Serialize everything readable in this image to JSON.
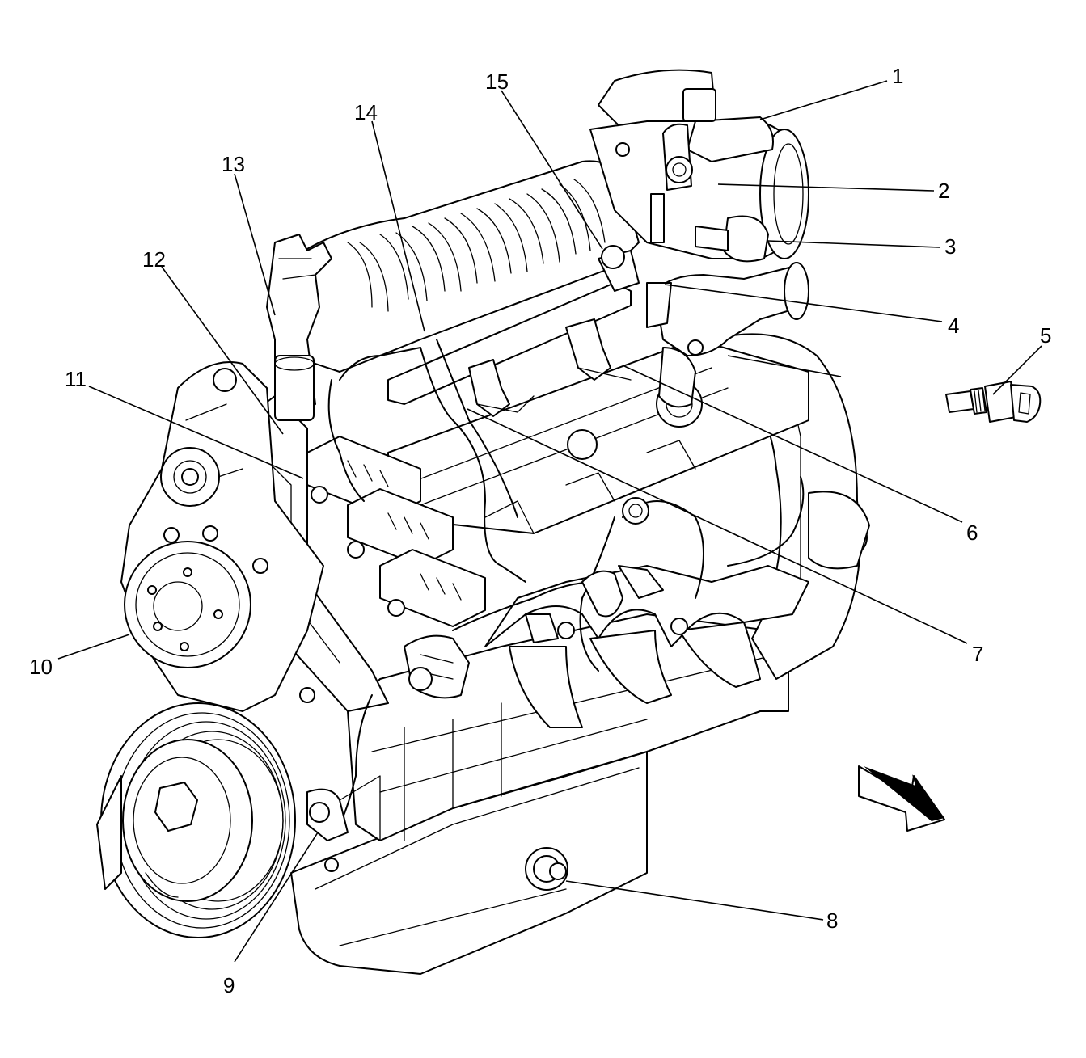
{
  "callouts": [
    {
      "label": "1"
    },
    {
      "label": "2"
    },
    {
      "label": "3"
    },
    {
      "label": "4"
    },
    {
      "label": "5"
    },
    {
      "label": "6"
    },
    {
      "label": "7"
    },
    {
      "label": "8"
    },
    {
      "label": "9"
    },
    {
      "label": "10"
    },
    {
      "label": "11"
    },
    {
      "label": "12"
    },
    {
      "label": "13"
    },
    {
      "label": "14"
    },
    {
      "label": "15"
    }
  ],
  "icons": {
    "engine": "engine-illustration",
    "sensor": "sensor-component-icon",
    "direction": "front-direction-arrow-icon"
  }
}
